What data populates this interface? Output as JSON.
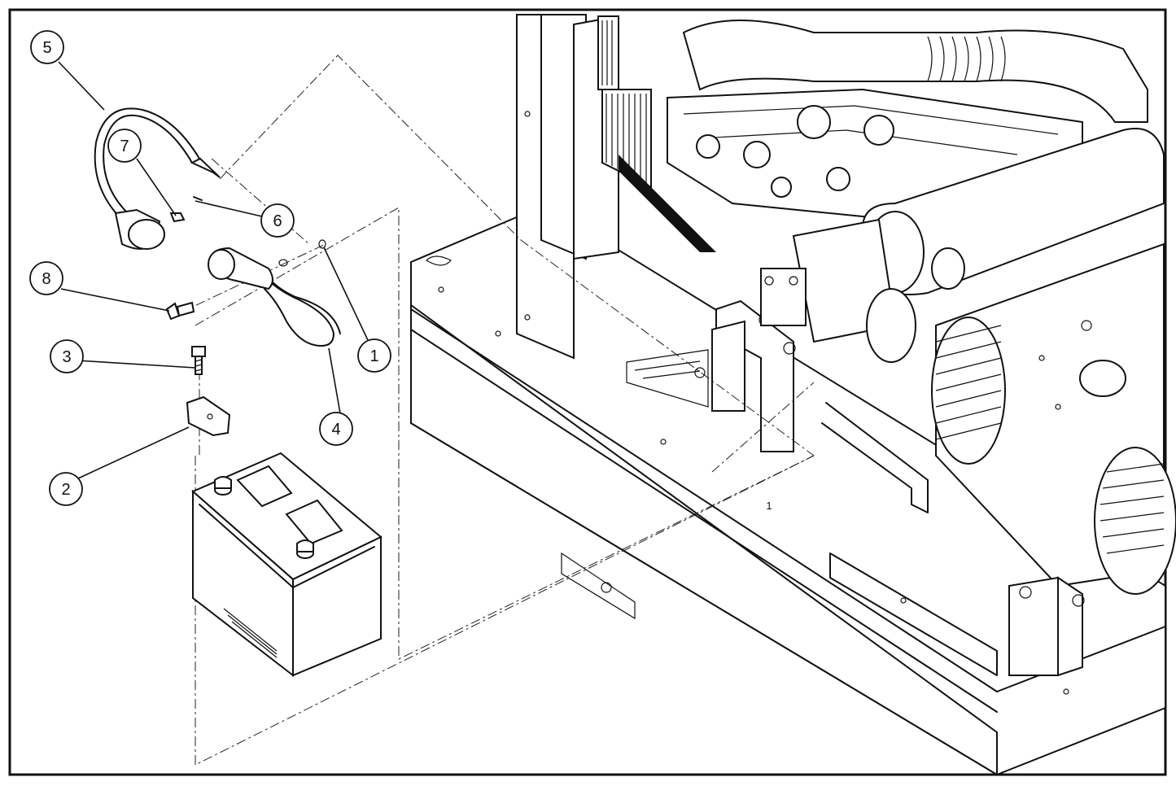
{
  "callouts": [
    {
      "id": "5",
      "label": "5"
    },
    {
      "id": "7",
      "label": "7"
    },
    {
      "id": "6",
      "label": "6"
    },
    {
      "id": "8",
      "label": "8"
    },
    {
      "id": "1",
      "label": "1"
    },
    {
      "id": "3",
      "label": "3"
    },
    {
      "id": "4",
      "label": "4"
    },
    {
      "id": "2",
      "label": "2"
    }
  ],
  "inline_mark": "1"
}
